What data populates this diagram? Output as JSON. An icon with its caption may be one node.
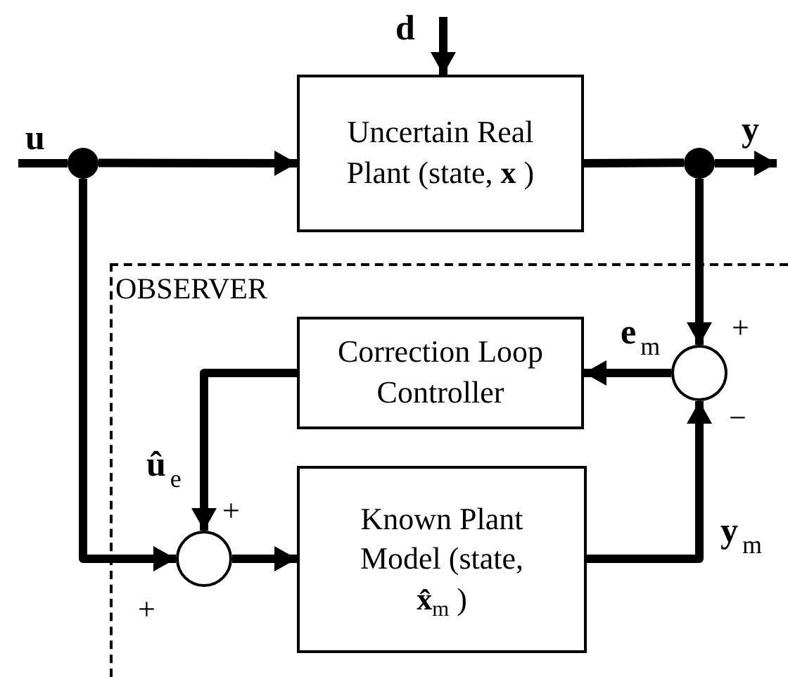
{
  "diagram": {
    "nodes": [
      {
        "text": [
          "OBSERVER"
        ]
      },
      {
        "text": [
          "Uncertain Real Plant (state, **x** )"
        ]
      },
      {
        "text": [
          "Correction Loop Controller"
        ],
        "in": 0
      },
      {
        "text": [
          "Known Plant Model (state, **x̂**$_{m}$ )"
        ],
        "in": 0
      },
      {
        "text": [],
        "shape": "circle",
        "in": 0
      },
      {
        "text": [],
        "shape": "circle",
        "in": 0
      },
      {
        "text": [],
        "shape": "circle"
      },
      {
        "text": [],
        "shape": "circle"
      }
    ],
    "edges": [
      {
        "from": null,
        "to": 1,
        "arrow": "to",
        "label": "d"
      },
      {
        "from": null,
        "to": 6,
        "arrow": "none",
        "label": "u"
      },
      {
        "from": 6,
        "to": 1,
        "arrow": "to"
      },
      {
        "from": 1,
        "to": 7,
        "arrow": "none"
      },
      {
        "from": 7,
        "to": null,
        "arrow": "to",
        "label": "y"
      },
      {
        "from": 7,
        "to": 4,
        "arrow": "to"
      },
      {
        "from": 4,
        "to": 2,
        "arrow": "to",
        "label": "e$_{m}$"
      },
      {
        "from": 2,
        "to": 5,
        "arrow": "to",
        "label": "û$_{e}$"
      },
      {
        "from": 6,
        "to": 5,
        "arrow": "to"
      },
      {
        "from": 5,
        "to": 3,
        "arrow": "to"
      },
      {
        "from": 3,
        "to": 4,
        "arrow": "to",
        "label": "y$_{m}$"
      }
    ],
    "labels": [
      "+",
      "−",
      "+",
      "+"
    ]
  }
}
